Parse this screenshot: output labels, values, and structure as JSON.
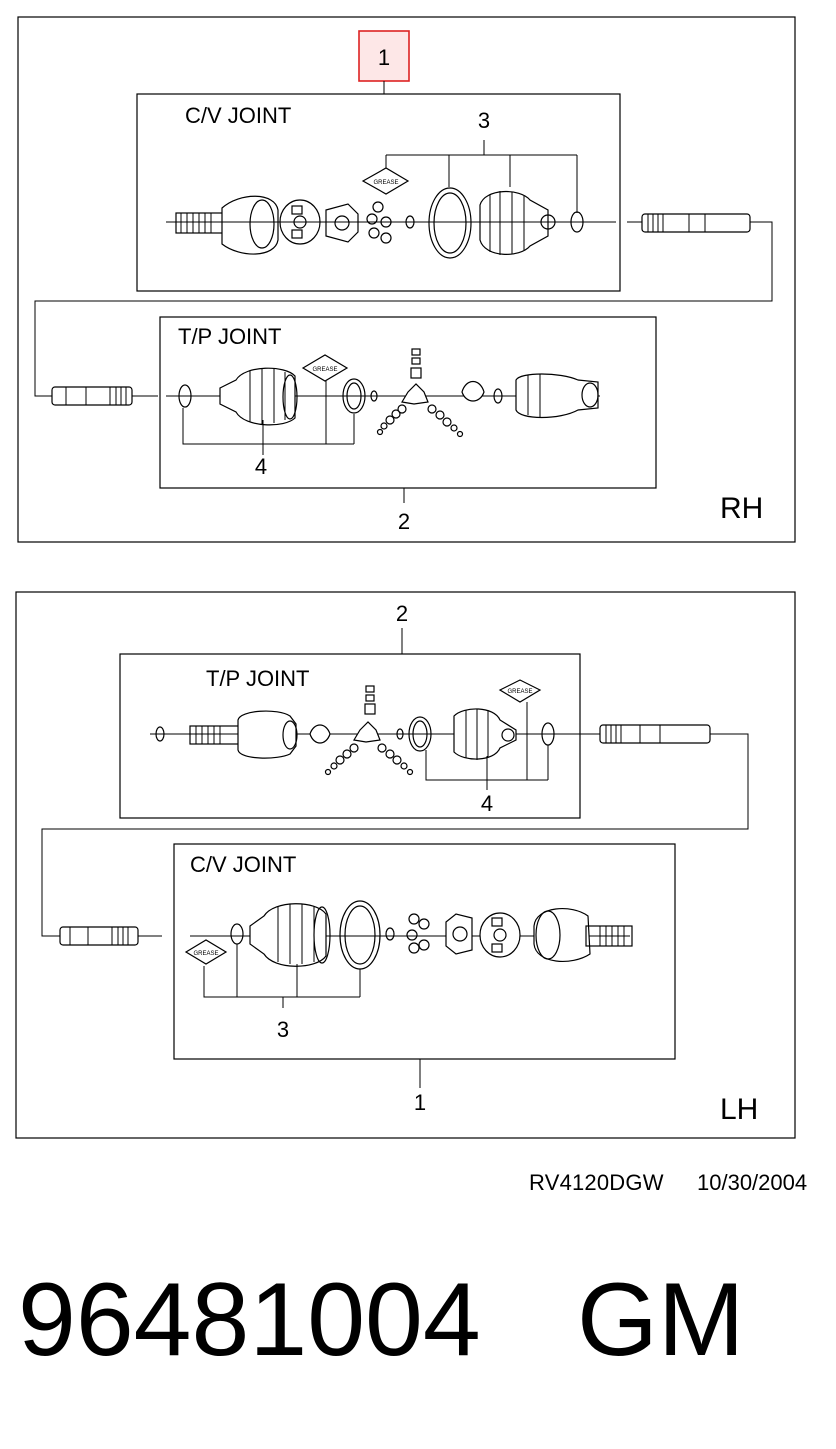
{
  "rh_panel": {
    "side_label": "RH",
    "callout_1": "1",
    "callout_2": "2",
    "callout_3": "3",
    "callout_4": "4",
    "cv_joint_title": "C/V JOINT",
    "tp_joint_title": "T/P JOINT",
    "grease_label": "GREASE"
  },
  "lh_panel": {
    "side_label": "LH",
    "callout_1": "1",
    "callout_2": "2",
    "callout_3": "3",
    "callout_4": "4",
    "cv_joint_title": "C/V JOINT",
    "tp_joint_title": "T/P JOINT",
    "grease_label": "GREASE"
  },
  "footer": {
    "drawing_code": "RV4120DGW",
    "date": "10/30/2004",
    "part_number": "96481004",
    "brand": "GM"
  },
  "colors": {
    "highlight_fill": "#fde7e7",
    "highlight_stroke": "#dd2222",
    "line": "#000000"
  }
}
